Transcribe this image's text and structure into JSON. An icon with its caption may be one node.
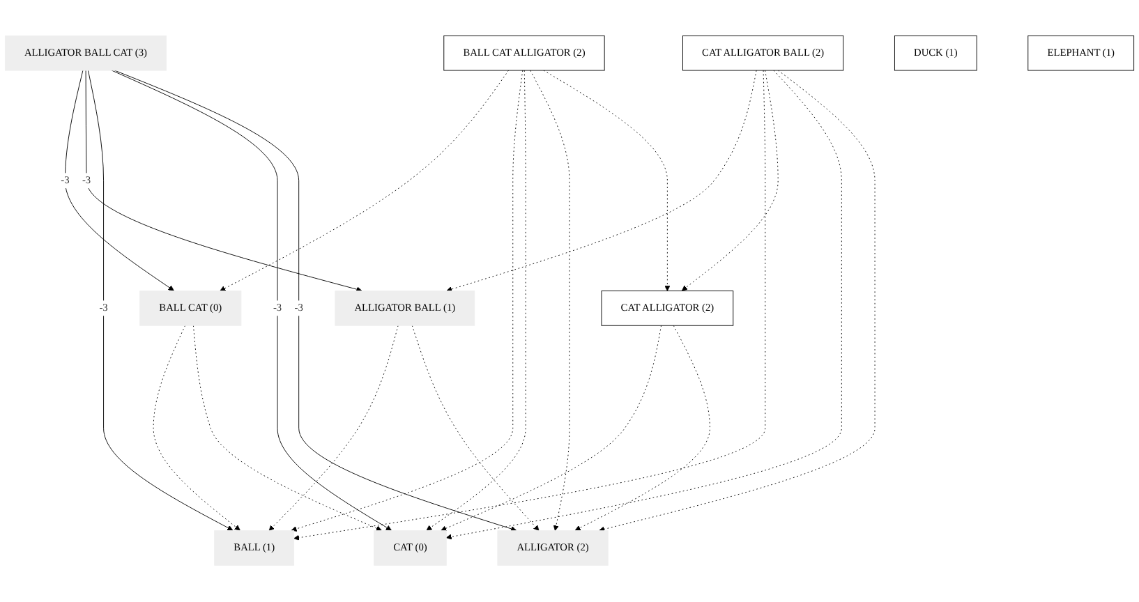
{
  "diagram": {
    "nodes": [
      {
        "text": [
          "ALLIGATOR BALL CAT (3)"
        ]
      },
      {
        "text": [
          "BALL CAT ALLIGATOR (2)"
        ]
      },
      {
        "text": [
          "CAT ALLIGATOR BALL (2)"
        ]
      },
      {
        "text": [
          "BALL CAT (0)"
        ]
      },
      {
        "text": [
          "ALLIGATOR BALL (1)"
        ]
      },
      {
        "text": [
          "CAT ALLIGATOR (2)"
        ]
      },
      {
        "text": [
          "BALL (1)"
        ]
      },
      {
        "text": [
          "CAT (0)"
        ]
      },
      {
        "text": [
          "ALLIGATOR (2)"
        ]
      },
      {
        "text": [
          "DUCK (1)"
        ]
      },
      {
        "text": [
          "ELEPHANT (1)"
        ]
      }
    ],
    "edges": [
      {
        "from": 0,
        "to": 3,
        "arrow": "to",
        "label": "-3"
      },
      {
        "from": 0,
        "to": 4,
        "arrow": "to",
        "label": "-3"
      },
      {
        "from": 0,
        "to": 6,
        "arrow": "to",
        "label": "-3"
      },
      {
        "from": 0,
        "to": 7,
        "arrow": "to",
        "label": "-3"
      },
      {
        "from": 0,
        "to": 8,
        "arrow": "to",
        "label": "-3"
      },
      {
        "from": 1,
        "to": 3,
        "arrow": "to",
        "style": "dashed"
      },
      {
        "from": 1,
        "to": 6,
        "arrow": "to",
        "style": "dashed"
      },
      {
        "from": 1,
        "to": 7,
        "arrow": "to",
        "style": "dashed"
      },
      {
        "from": 1,
        "to": 8,
        "arrow": "to",
        "style": "dashed"
      },
      {
        "from": 1,
        "to": 5,
        "arrow": "to",
        "style": "dashed"
      },
      {
        "from": 2,
        "to": 4,
        "arrow": "to",
        "style": "dashed"
      },
      {
        "from": 2,
        "to": 6,
        "arrow": "to",
        "style": "dashed"
      },
      {
        "from": 2,
        "to": 5,
        "arrow": "to",
        "style": "dashed"
      },
      {
        "from": 2,
        "to": 7,
        "arrow": "to",
        "style": "dashed"
      },
      {
        "from": 2,
        "to": 8,
        "arrow": "to",
        "style": "dashed"
      },
      {
        "from": 3,
        "to": 6,
        "arrow": "to",
        "style": "dashed"
      },
      {
        "from": 3,
        "to": 7,
        "arrow": "to",
        "style": "dashed"
      },
      {
        "from": 4,
        "to": 6,
        "arrow": "to",
        "style": "dashed"
      },
      {
        "from": 4,
        "to": 8,
        "arrow": "to",
        "style": "dashed"
      },
      {
        "from": 5,
        "to": 7,
        "arrow": "to",
        "style": "dashed"
      },
      {
        "from": 5,
        "to": 8,
        "arrow": "to",
        "style": "dashed"
      }
    ]
  }
}
